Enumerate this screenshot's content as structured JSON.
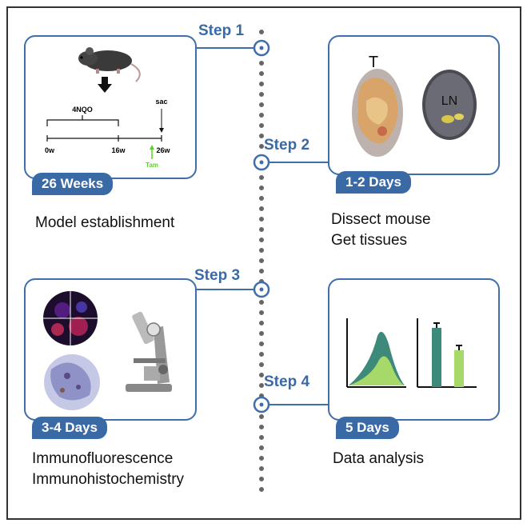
{
  "steps": [
    {
      "label": "Step 1",
      "duration": "26 Weeks",
      "caption": [
        "Model establishment"
      ]
    },
    {
      "label": "Step 2",
      "duration": "1-2 Days",
      "caption": [
        "Dissect mouse",
        "Get tissues"
      ]
    },
    {
      "label": "Step 3",
      "duration": "3-4 Days",
      "caption": [
        "Immunofluorescence",
        "Immunohistochemistry"
      ]
    },
    {
      "label": "Step 4",
      "duration": "5 Days",
      "caption": [
        "Data analysis"
      ]
    }
  ],
  "timeline": {
    "treatment": "4NQO",
    "sac": "sac",
    "tam": "Tam",
    "ticks": [
      "0w",
      "16w",
      "26w"
    ]
  },
  "tissues": {
    "tumor": "T",
    "lymph_node": "LN"
  },
  "colors": {
    "accent": "#3a6aa6",
    "dark_green": "#3d8a7a",
    "light_green": "#a6d86a",
    "tam_green": "#5ad12a"
  }
}
